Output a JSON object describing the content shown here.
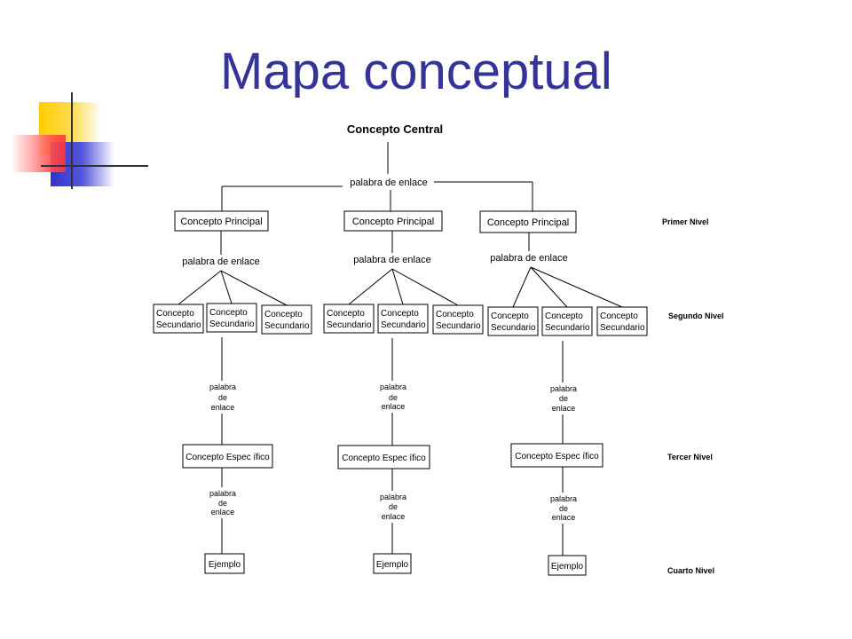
{
  "slide": {
    "title": "Mapa conceptual"
  },
  "colors": {
    "title": "#333399",
    "deco_yellow": "#ffcc00",
    "deco_blue": "#3333cc",
    "deco_red": "#ff3333"
  },
  "diagram": {
    "central": "Concepto Central",
    "link_top": "palabra de enlace",
    "branches": [
      {
        "principal": "Concepto Principal",
        "link": "palabra de enlace",
        "secondaries": [
          [
            "Concepto",
            "Secundario"
          ],
          [
            "Concepto",
            "Secundario"
          ],
          [
            "Concepto",
            "Secundario"
          ]
        ],
        "link2": [
          "palabra",
          "de",
          "enlace"
        ],
        "specific": "Concepto Espec ífico",
        "link3": [
          "palabra",
          "de",
          "enlace"
        ],
        "example": "Ejemplo"
      },
      {
        "principal": "Concepto Principal",
        "link": "palabra de enlace",
        "secondaries": [
          [
            "Concepto",
            "Secundario"
          ],
          [
            "Concepto",
            "Secundario"
          ],
          [
            "Concepto",
            "Secundario"
          ]
        ],
        "link2": [
          "palabra",
          "de",
          "enlace"
        ],
        "specific": "Concepto Espec ífico",
        "link3": [
          "palabra",
          "de",
          "enlace"
        ],
        "example": "Ejemplo"
      },
      {
        "principal": "Concepto Principal",
        "link": "palabra de enlace",
        "secondaries": [
          [
            "Concepto",
            "Secundario"
          ],
          [
            "Concepto",
            "Secundario"
          ],
          [
            "Concepto",
            "Secundario"
          ]
        ],
        "link2": [
          "palabra",
          "de",
          "enlace"
        ],
        "specific": "Concepto Espec ífico",
        "link3": [
          "palabra",
          "de",
          "enlace"
        ],
        "example": "Ejemplo"
      }
    ],
    "levels": [
      "Primer Nivel",
      "Segundo Nivel",
      "Tercer Nivel",
      "Cuarto Nivel"
    ]
  }
}
